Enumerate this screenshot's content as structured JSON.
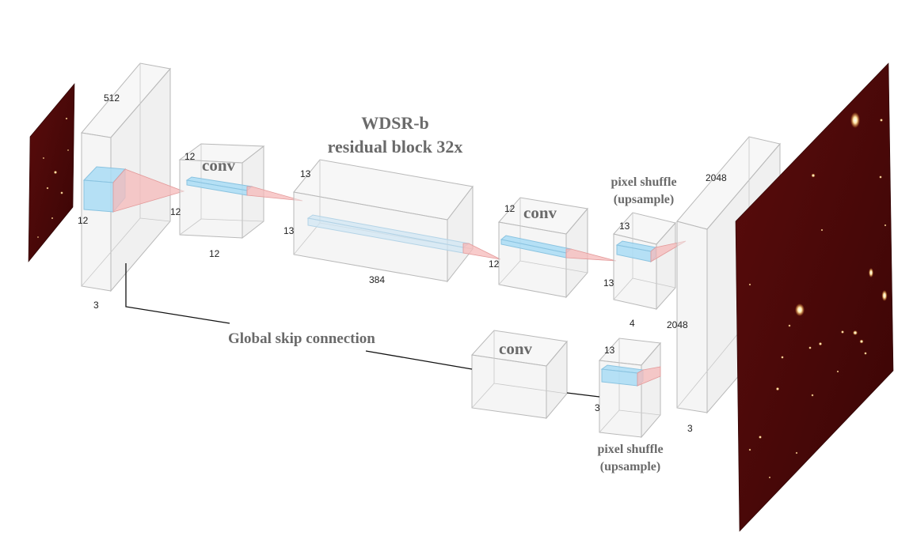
{
  "title": {
    "line1": "WDSR-b",
    "line2": "residual block 32x"
  },
  "ops": {
    "conv1": "conv",
    "conv2": "conv",
    "conv3": "conv",
    "pixel_shuffle_top_line1": "pixel shuffle",
    "pixel_shuffle_top_line2": "(upsample)",
    "pixel_shuffle_bottom_line1": "pixel shuffle",
    "pixel_shuffle_bottom_line2": "(upsample)",
    "global_skip": "Global skip connection"
  },
  "dims": {
    "input_block_depth": "512",
    "input_kernel_h": "12",
    "input_kernel_w": "12",
    "input_block_width": "3",
    "conv1_top": "12",
    "conv1_side": "12",
    "conv1_bottom": "12",
    "res_top": "13",
    "res_side": "13",
    "res_bottom": "384",
    "conv2_top": "12",
    "conv2_side": "12",
    "ps_top_top": "13",
    "ps_top_side": "13",
    "ps_top_bottom": "4",
    "out_block_top": "2048",
    "out_block_side": "2048",
    "out_block_bottom": "3",
    "ps_bottom_top": "13",
    "ps_bottom_side": "3"
  },
  "colors": {
    "image_dark": "#3a0606",
    "image_mid": "#6a0f0f",
    "kernel": "#a9dcf5",
    "cone": "#f5b9b9"
  }
}
